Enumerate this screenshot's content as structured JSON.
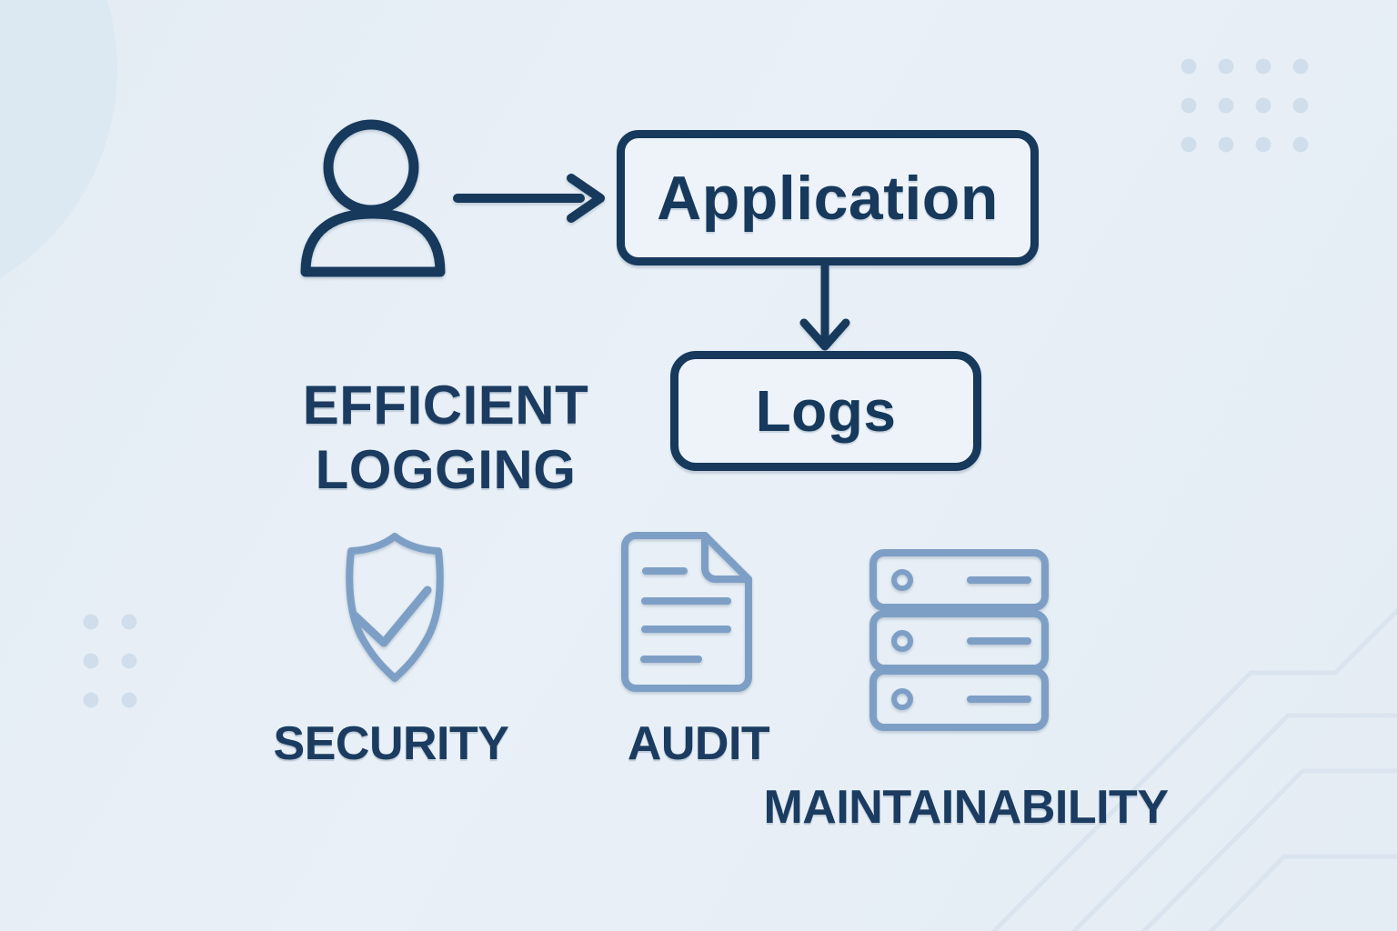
{
  "meta": {
    "description": "Efficient logging flow infographic"
  },
  "colors": {
    "bg": "#e9f0f7",
    "bg-edge": "#e4ecf4",
    "navy": "#16395c",
    "heading": "#1b3c60",
    "icon-blue": "#7e9fc5",
    "dot": "#cfdeea",
    "blob": "#dde9f2",
    "circuit": "#d9e4ef"
  },
  "heading": {
    "line1": "EFFICIENT",
    "line2": "LOGGING"
  },
  "flow": {
    "actor_icon": "person-icon",
    "arrow1_icon": "arrow-right-icon",
    "app_node": {
      "label": "Application"
    },
    "arrow2_icon": "arrow-down-icon",
    "logs_node": {
      "label": "Logs"
    }
  },
  "features": [
    {
      "icon": "shield-check-icon",
      "label": "SECURITY"
    },
    {
      "icon": "document-icon",
      "label": "AUDIT"
    },
    {
      "icon": "server-stack-icon",
      "label": "MAINTAINABILITY"
    }
  ]
}
